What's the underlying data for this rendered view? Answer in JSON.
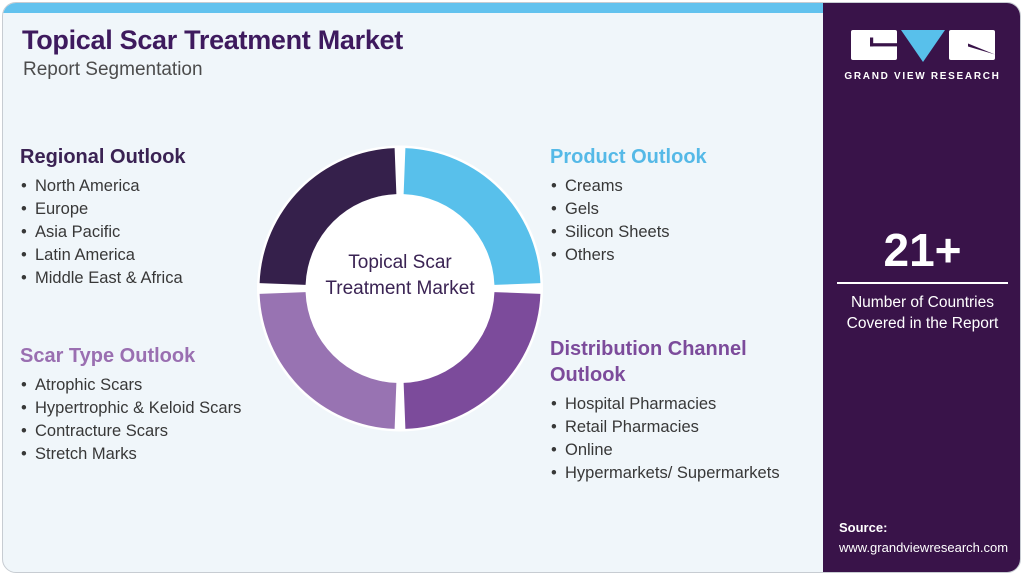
{
  "header": {
    "title": "Topical Scar Treatment Market",
    "subtitle": "Report Segmentation"
  },
  "sections": [
    {
      "title": "Regional Outlook",
      "color": "#3a2253",
      "items": [
        "North America",
        "Europe",
        "Asia Pacific",
        "Latin America",
        "Middle East & Africa"
      ]
    },
    {
      "title": "Product Outlook",
      "color": "#55b9e7",
      "items": [
        "Creams",
        "Gels",
        "Silicon Sheets",
        "Others"
      ]
    },
    {
      "title": "Scar Type Outlook",
      "color": "#9a6fb1",
      "items": [
        "Atrophic Scars",
        "Hypertrophic & Keloid Scars",
        "Contracture Scars",
        "Stretch Marks"
      ]
    },
    {
      "title": "Distribution Channel Outlook",
      "color": "#7c4b9b",
      "items": [
        "Hospital Pharmacies",
        "Retail Pharmacies",
        "Online",
        "Hypermarkets/ Supermarkets"
      ]
    }
  ],
  "chart_data": {
    "type": "pie",
    "donut": true,
    "center_label": "Topical Scar Treatment Market",
    "legend_position": "none",
    "segments": [
      {
        "label": "Product Outlook",
        "value": 25,
        "color": "#58c0eb",
        "position": "top-right"
      },
      {
        "label": "Distribution Channel Outlook",
        "value": 25,
        "color": "#7c4b9b",
        "position": "bottom-right"
      },
      {
        "label": "Scar Type Outlook",
        "value": 25,
        "color": "#9873b2",
        "position": "bottom-left"
      },
      {
        "label": "Regional Outlook",
        "value": 25,
        "color": "#35204b",
        "position": "top-left"
      }
    ]
  },
  "sidebar": {
    "logo_text": "GRAND VIEW RESEARCH",
    "stat_value": "21+",
    "stat_caption": "Number of Countries Covered in the Report",
    "source_label": "Source:",
    "source_url": "www.grandviewresearch.com",
    "bg_color": "#391349",
    "accent_blue": "#58c0eb"
  }
}
